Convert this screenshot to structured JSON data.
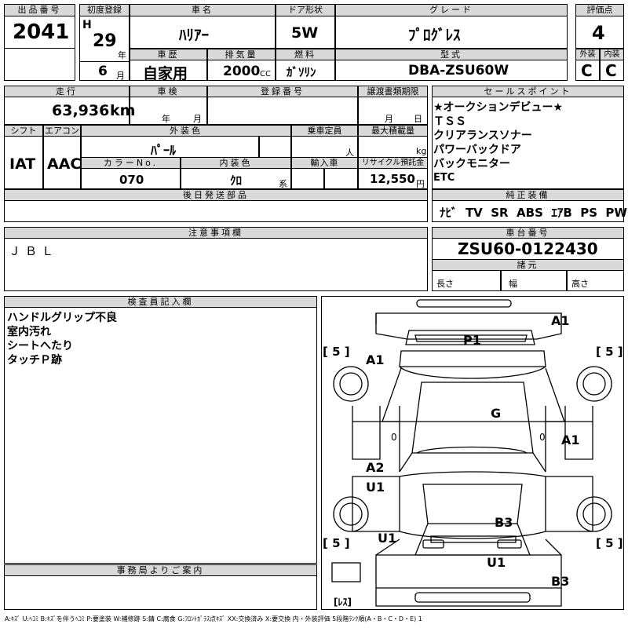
{
  "headers": {
    "lot": "出品番号",
    "first_reg": "初度登録",
    "car_name": "車名",
    "door": "ドア形状",
    "grade": "グレード",
    "score": "評価点",
    "history": "車歴",
    "displacement": "排気量",
    "fuel": "燃料",
    "model_type": "型式",
    "exterior": "外装",
    "interior": "内装",
    "mileage": "走行",
    "inspection": "車検",
    "reg_no": "登録番号",
    "transfer": "譲渡書類期限",
    "selling_points": "セールスポイント",
    "shift": "シフト",
    "aircon": "エアコン",
    "ext_color": "外装色",
    "capacity": "乗車定員",
    "max_load": "最大積載量",
    "color_no": "カラーNo.",
    "int_color": "内装色",
    "import": "輸入車",
    "recycle": "リサイクル預託金",
    "delivery_later": "後日発送部品",
    "genuine": "純正装備",
    "notes": "注意事項欄",
    "chassis": "車台番号",
    "specs": "諸元",
    "inspector": "検査員記入欄",
    "office": "事務局よりご案内"
  },
  "lot": "2041",
  "era": "H",
  "year": "29",
  "year_unit": "年",
  "month": "6",
  "month_unit": "月",
  "car_name": "ﾊﾘｱｰ",
  "door": "5W",
  "grade": "ﾌﾟﾛｸﾞﾚｽ",
  "score": "4",
  "history": "自家用",
  "displacement": "2000",
  "cc": "CC",
  "fuel": "ｶﾞｿﾘﾝ",
  "model_type": "DBA-ZSU60W",
  "ext_score": "C",
  "int_score": "C",
  "mileage": "63,936",
  "km": "km",
  "insp_year": "年",
  "insp_month": "月",
  "transfer_month": "月",
  "transfer_day": "日",
  "selling_points": [
    "★オークションデビュー★",
    "ＴＳＳ",
    "クリアランスソナー",
    "パワーバックドア",
    "バックモニター",
    "ETC"
  ],
  "shift": "IAT",
  "aircon": "AAC",
  "ext_color": "ﾊﾟｰﾙ",
  "person": "人",
  "kg": "kg",
  "color_no": "070",
  "int_color": "ｸﾛ",
  "kei": "系",
  "recycle": "12,550",
  "yen": "円",
  "genuine": "ﾅﾋﾞ  TV  SR  ABS  ｴｱB  PS  PW",
  "notes": "ＪＢＬ",
  "chassis": "ZSU60-0122430",
  "spec_labels": [
    "長さ",
    "幅",
    "高さ"
  ],
  "inspector_notes": [
    "ハンドルグリップ不良",
    "室内汚れ",
    "シートへたり",
    "タッチＰ跡"
  ],
  "diagram": {
    "a1_top": "A1",
    "p1": "P1",
    "a1_left": "A1",
    "g": "G",
    "zero1": "0",
    "zero2": "0",
    "a1_right": "A1",
    "a2": "A2",
    "u1_left": "U1",
    "b3": "B3",
    "u1_bottom": "U1",
    "u1_rear": "U1",
    "b3_rear": "B3",
    "tire_fl": "[ 5 ]",
    "tire_fr": "[ 5 ]",
    "tire_rl": "[ 5 ]",
    "tire_rr": "[ 5 ]",
    "spare": "[ﾚｽ]"
  },
  "legend": "A:ｷｽﾞ U:ﾍｺﾐ B:ｷｽﾞを伴うﾍｺﾐ P:要塗装 W:補修跡 S:錆 C:腐食 G:ﾌﾛﾝﾄｶﾞﾗｽ点ｷｽﾞ XX:交換済み X:要交換  内・外装評価  5段階ﾗﾝｸ順(A・B・C・D・E) 1"
}
